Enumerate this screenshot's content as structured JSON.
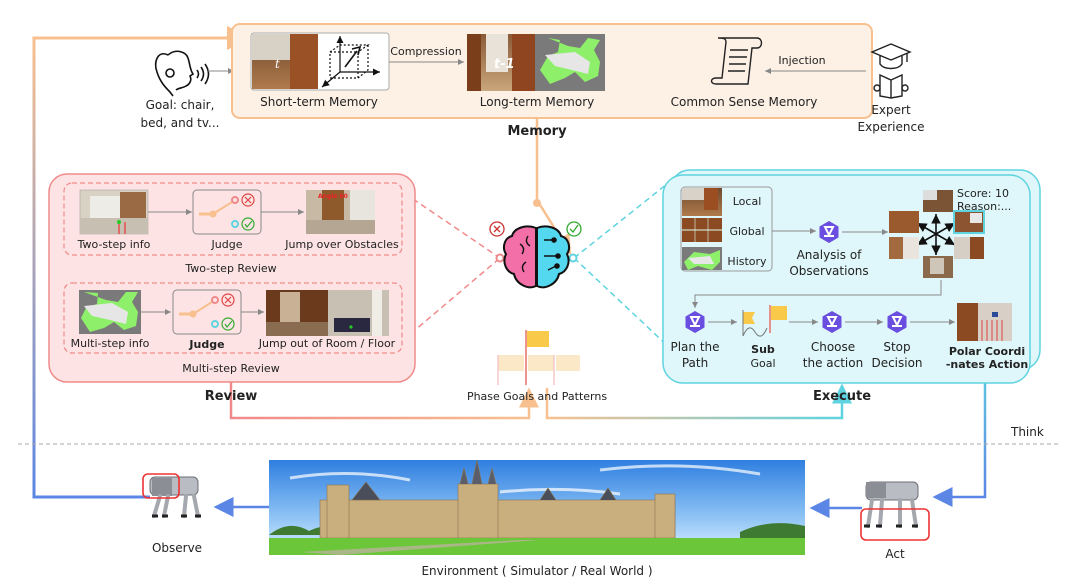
{
  "goal": {
    "label_line1": "Goal: chair,",
    "label_line2": "bed, and tv..."
  },
  "memory": {
    "title": "Memory",
    "short_term": {
      "label": "Short-term Memory",
      "frame_tag": "t"
    },
    "compression_label": "Compression",
    "long_term": {
      "label": "Long-term Memory",
      "frame_tag": "t-1"
    },
    "common_sense": {
      "label": "Common Sense Memory"
    },
    "injection_label": "Injection",
    "expert": {
      "line1": "Expert",
      "line2": "Experience"
    }
  },
  "review": {
    "title": "Review",
    "two_step": {
      "title": "Two-step Review",
      "info_label": "Two-step info",
      "judge_label": "Judge",
      "result_label": "Jump over Obstacles",
      "angle_tag": "Angle 60"
    },
    "multi_step": {
      "title": "Multi-step Review",
      "info_label": "Multi-step info",
      "judge_label": "Judge",
      "result_label": "Jump out of Room / Floor"
    }
  },
  "center": {
    "phase_label": "Phase Goals and Patterns"
  },
  "execute": {
    "title": "Execute",
    "observations": {
      "local": "Local",
      "global": "Global",
      "history": "History"
    },
    "analysis_line1": "Analysis of",
    "analysis_line2": "Observations",
    "score_line1": "Score: 10",
    "score_line2": "Reason:...",
    "steps": [
      {
        "line1": "Plan the",
        "line2": "Path"
      },
      {
        "line1": "Sub",
        "line2": "Goal"
      },
      {
        "line1": "Choose",
        "line2": "the action"
      },
      {
        "line1": "Stop",
        "line2": "Decision"
      },
      {
        "line1": "Polar Coordi",
        "line2": "-nates Action"
      }
    ]
  },
  "bottom": {
    "think_label": "Think",
    "observe_label": "Observe",
    "act_label": "Act",
    "environment_label": "Environment ( Simulator / Real World )"
  },
  "colors": {
    "memory": "#f8c08e",
    "review": "#f08a8a",
    "execute": "#5fd3e0",
    "observe_arrow": "#5b86e5",
    "brain_left": "#f26fa8",
    "brain_right": "#53d8f0",
    "qwen_purple": "#6a4ee0"
  }
}
